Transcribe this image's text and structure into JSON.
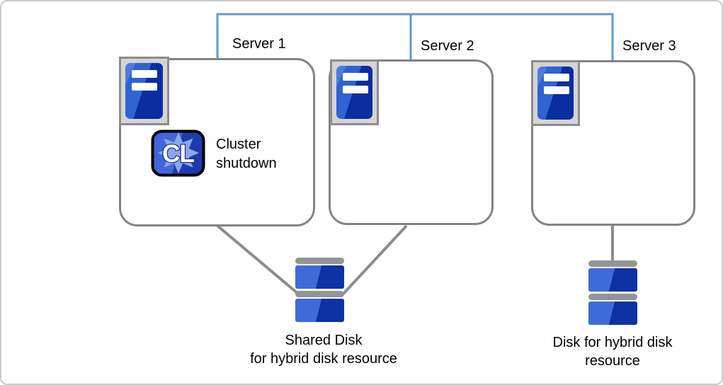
{
  "servers": [
    {
      "label": "Server 1"
    },
    {
      "label": "Server 2"
    },
    {
      "label": "Server 3"
    }
  ],
  "cluster_badge": {
    "text": "CL",
    "line1": "Cluster",
    "line2": "shutdown"
  },
  "disks": {
    "shared": {
      "line1": "Shared Disk",
      "line2": "for hybrid disk resource"
    },
    "hybrid": {
      "line1": "Disk for hybrid disk",
      "line2": "resource"
    }
  },
  "colors": {
    "network_line": "#5b9bd5",
    "connector_gray": "#8c8c8c",
    "box_border": "#838383",
    "icon_frame_fill": "#d4d4d4",
    "server_blue_light": "#2f63d2",
    "server_blue_dark": "#0a2da0",
    "disk_blue_light": "#3e6bd6",
    "disk_blue_dark": "#0c32a4",
    "disk_cap_gray": "#949494",
    "badge_left_blue": "#4166db",
    "badge_right_blue": "#1c3cae",
    "badge_splat_blue": "#8ea6f2"
  }
}
